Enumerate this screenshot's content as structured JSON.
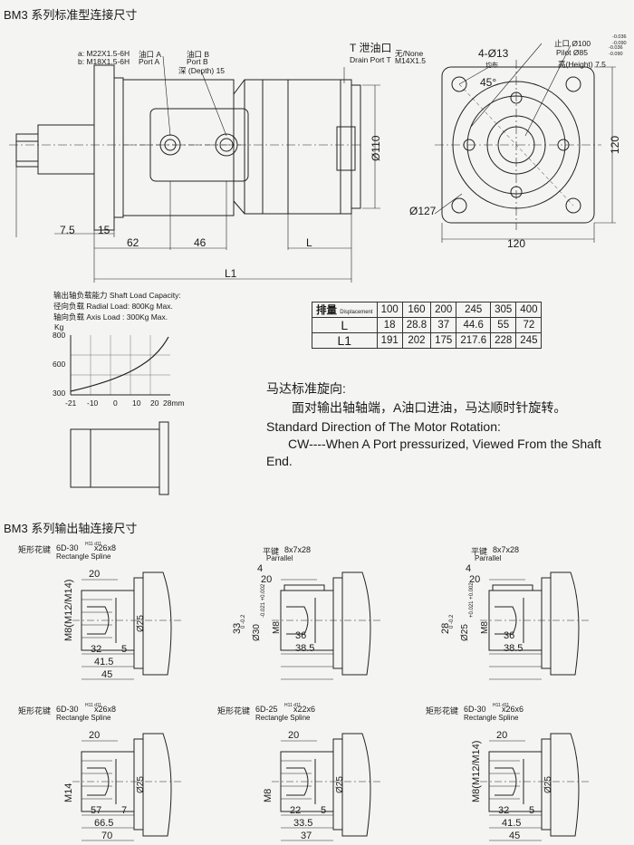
{
  "section1_title": "BM3  系列标准型连接尺寸",
  "section2_title": "BM3  系列输出轴连接尺寸",
  "ports": {
    "a_label": "a: M22X1.5-6H",
    "b_label": "b: M18X1.5-6H",
    "port_a": "油口 A",
    "port_a_en": "Port  A",
    "port_b": "油口  B",
    "port_b_en": "Port  B",
    "depth": "深 (Depth) 15",
    "drain_cn": "T 泄油口",
    "drain_en": "Drain Port T",
    "drain_none": "无/None",
    "drain_thread": "M14X1.5"
  },
  "main_dims": {
    "d7_5": "7.5",
    "d15": "15",
    "d62": "62",
    "d46": "46",
    "dL": "L",
    "dL1": "L1",
    "dia110": "Ø110"
  },
  "front_view": {
    "holes": "4-Ø13",
    "holes_note": "均布",
    "angle": "45°",
    "dia127": "Ø127",
    "w120": "120",
    "h120": "120",
    "spigot": "止口 Ø100",
    "spigot_tol_top": "-0.036",
    "spigot_tol_bot": "-0.090",
    "pilot": "Pilot Ø85",
    "pilot_tol_top": "-0.036",
    "pilot_tol_bot": "-0.090",
    "height": "高(Height) 7.5"
  },
  "load": {
    "title": "输出轴负载能力  Shaft Load Capacity:",
    "radial": "径向负载   Radial Load:   800Kg Max.",
    "axial": "轴向负载   Axis Load :   300Kg Max.",
    "unit": "Kg",
    "y_ticks": [
      "800",
      "600",
      "300"
    ],
    "x_ticks": [
      "-21",
      "-10",
      "0",
      "10",
      "20",
      "28mm"
    ]
  },
  "spec_table": {
    "header_cn": "排量",
    "header_en": "Displacement",
    "displacements": [
      "100",
      "160",
      "200",
      "245",
      "305",
      "400"
    ],
    "row_L": "L",
    "L": [
      "18",
      "28.8",
      "37",
      "44.6",
      "55",
      "72"
    ],
    "row_L1": "L1",
    "L1": [
      "191",
      "202",
      "175",
      "217.6",
      "228",
      "245"
    ]
  },
  "rotation": {
    "cn_title": "马达标准旋向:",
    "cn_body": "面对输出轴轴端，A油口进油，马达顺时针旋转。",
    "en_title": "Standard Direction of The Motor Rotation:",
    "en_body1": "CW----When A Port pressurized, Viewed From the Shaft",
    "en_body2": "End."
  },
  "shafts": [
    {
      "type_cn": "矩形花键",
      "type_code": "6D-30",
      "fit": "H11 d11",
      "size": "x26x8",
      "type_en": "Rectangle Spline",
      "thread": "M8(M12/M14)",
      "dia": "Ø25",
      "dims": [
        "20",
        "32",
        "5",
        "41.5",
        "45"
      ]
    },
    {
      "type_cn": "平键",
      "size": "8x7x28",
      "type_en": "Parrallel",
      "key_w": "4",
      "height": "33",
      "height_tol": "0 -0.2",
      "dia": "Ø30",
      "dia_tol": "-0.021 +0.002",
      "thread": "M8",
      "dims": [
        "20",
        "36",
        "38.5"
      ]
    },
    {
      "type_cn": "平键",
      "size": "8x7x28",
      "type_en": "Parrallel",
      "key_w": "4",
      "height": "28",
      "height_tol": "0 -0.2",
      "dia": "Ø25",
      "dia_tol": "+0.021 +0.002",
      "thread": "M8",
      "dims": [
        "20",
        "36",
        "38.5"
      ]
    },
    {
      "type_cn": "矩形花键",
      "type_code": "6D-30",
      "fit": "H11 d11",
      "size": "x26x8",
      "type_en": "Rectangle Spline",
      "thread": "M14",
      "dia": "Ø25",
      "dims": [
        "20",
        "57",
        "7",
        "66.5",
        "70"
      ]
    },
    {
      "type_cn": "矩形花键",
      "type_code": "6D-25",
      "fit": "H11 d11",
      "size": "x22x6",
      "type_en": "Rectangle Spline",
      "thread": "M8",
      "dia": "Ø25",
      "dims": [
        "20",
        "22",
        "5",
        "33.5",
        "37"
      ]
    },
    {
      "type_cn": "矩形花键",
      "type_code": "6D-30",
      "fit": "H11 d11",
      "size": "x26x6",
      "type_en": "Rectangle Spline",
      "thread": "M8(M12/M14)",
      "dia": "Ø25",
      "dims": [
        "20",
        "32",
        "5",
        "41.5",
        "45"
      ]
    }
  ],
  "colors": {
    "line": "#222222",
    "paper": "#f4f4f2"
  }
}
